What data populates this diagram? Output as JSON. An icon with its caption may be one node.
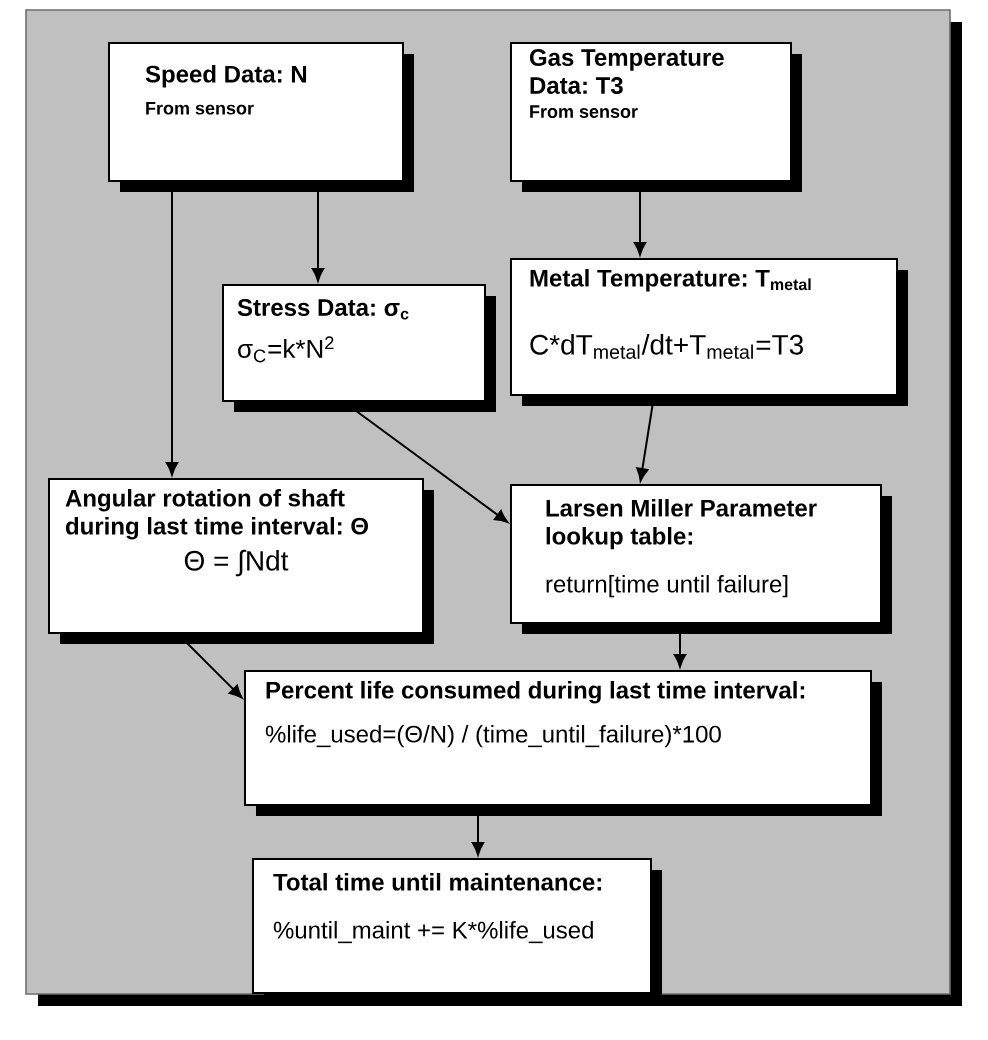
{
  "diagram": {
    "nodes": [
      {
        "text": [
          "Speed Data: N",
          "From sensor"
        ]
      },
      {
        "text": [
          "Gas Temperature Data: T3",
          "From sensor"
        ]
      },
      {
        "text": [
          "Stress Data: σ$_{c}$",
          "σ$_{C}$=k*N$^{2}$"
        ]
      },
      {
        "text": [
          "Metal Temperature: T$_{metal}$",
          "C*dT$_{metal}$/dt+T$_{metal}$=T3"
        ]
      },
      {
        "text": [
          "Angular rotation of shaft during last time interval: Θ",
          "Θ = ∫Ndt"
        ]
      },
      {
        "text": [
          "Larsen Miller Parameter lookup table:",
          "return[time until failure]"
        ]
      },
      {
        "text": [
          "Percent life consumed during last time interval:",
          "%life_used=(Θ/N) / (time_until_failure)*100"
        ]
      },
      {
        "text": [
          "Total time until maintenance:",
          "%until_maint += K*%life_used"
        ]
      }
    ],
    "edges": [
      {
        "from": 0,
        "to": 2,
        "arrow": "to"
      },
      {
        "from": 0,
        "to": 4,
        "arrow": "to"
      },
      {
        "from": 1,
        "to": 3,
        "arrow": "to"
      },
      {
        "from": 2,
        "to": 5,
        "arrow": "to"
      },
      {
        "from": 3,
        "to": 5,
        "arrow": "to"
      },
      {
        "from": 4,
        "to": 6,
        "arrow": "to"
      },
      {
        "from": 5,
        "to": 6,
        "arrow": "to"
      },
      {
        "from": 6,
        "to": 7,
        "arrow": "to"
      }
    ]
  }
}
